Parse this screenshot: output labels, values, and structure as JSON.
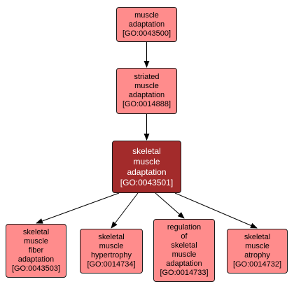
{
  "diagram": {
    "nodes": {
      "muscle_adaptation": "muscle\nadaptation\n[GO:0043500]",
      "striated_muscle_adaptation": "striated\nmuscle\nadaptation\n[GO:0014888]",
      "skeletal_muscle_adaptation": "skeletal\nmuscle\nadaptation\n[GO:0043501]",
      "skeletal_muscle_fiber_adaptation": "skeletal\nmuscle\nfiber\nadaptation\n[GO:0043503]",
      "skeletal_muscle_hypertrophy": "skeletal\nmuscle\nhypertrophy\n[GO:0014734]",
      "regulation_of_skeletal_muscle_adaptation": "regulation\nof\nskeletal\nmuscle\nadaptation\n[GO:0014733]",
      "skeletal_muscle_atrophy": "skeletal\nmuscle\natrophy\n[GO:0014732]"
    },
    "edges": [
      {
        "from": "muscle_adaptation",
        "to": "striated_muscle_adaptation"
      },
      {
        "from": "striated_muscle_adaptation",
        "to": "skeletal_muscle_adaptation"
      },
      {
        "from": "skeletal_muscle_adaptation",
        "to": "skeletal_muscle_fiber_adaptation"
      },
      {
        "from": "skeletal_muscle_adaptation",
        "to": "skeletal_muscle_hypertrophy"
      },
      {
        "from": "skeletal_muscle_adaptation",
        "to": "regulation_of_skeletal_muscle_adaptation"
      },
      {
        "from": "skeletal_muscle_adaptation",
        "to": "skeletal_muscle_atrophy"
      }
    ],
    "colors": {
      "node_fill": "#ff8c8c",
      "focus_fill": "#a32b2b",
      "focus_text": "#ffffff",
      "border": "#1a1a1a",
      "edge": "#000000"
    }
  }
}
